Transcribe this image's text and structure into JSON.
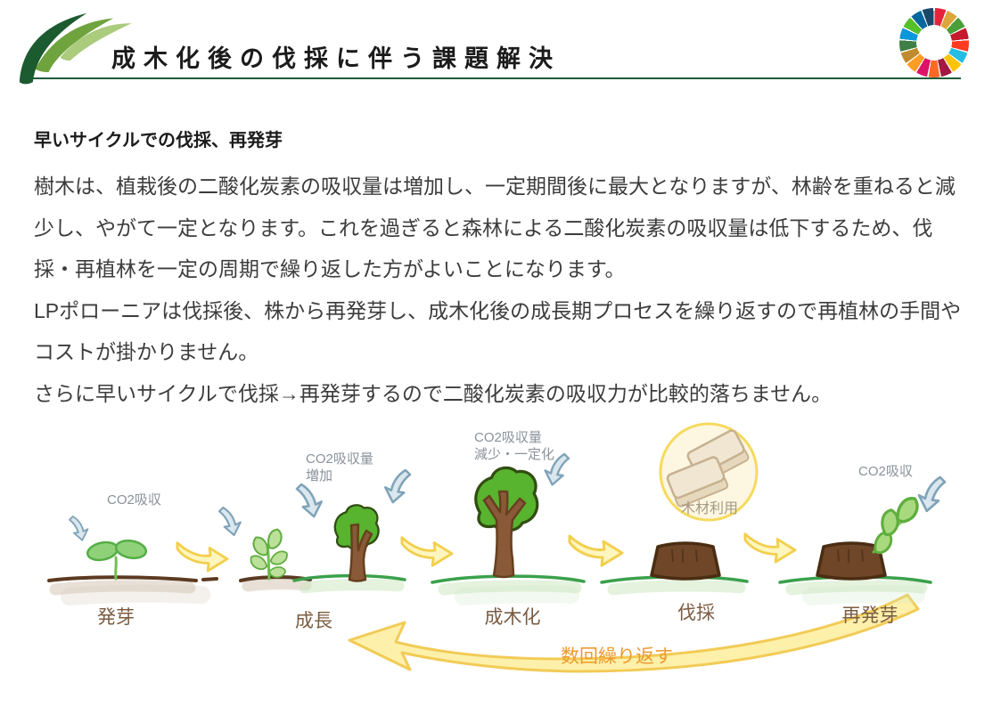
{
  "header": {
    "title": "成木化後の伐採に伴う課題解決",
    "sdg_colors": [
      "#E5243B",
      "#DDA63A",
      "#4C9F38",
      "#C5192D",
      "#FF3A21",
      "#26BDE2",
      "#FCC30B",
      "#A21942",
      "#FD6925",
      "#DD1367",
      "#FD9D24",
      "#BF8B2E",
      "#3F7E44",
      "#0A97D9",
      "#56C02B",
      "#00689D",
      "#19486A"
    ]
  },
  "content": {
    "heading": "早いサイクルでの伐採、再発芽",
    "paragraphs": [
      "樹木は、植栽後の二酸化炭素の吸収量は増加し、一定期間後に最大となりますが、林齢を重ねると減少し、やがて一定となります。これを過ぎると森林による二酸化炭素の吸収量は低下するため、伐採・再植林を一定の周期で繰り返した方がよいことになります。",
      "LPポローニアは伐採後、株から再発芽し、成木化後の成長期プロセスを繰り返すので再植林の手間やコストが掛かりません。",
      "さらに早いサイクルで伐採→再発芽するので二酸化炭素の吸収力が比較的落ちません。"
    ]
  },
  "diagram": {
    "stage_labels": [
      "発芽",
      "成長",
      "成木化",
      "伐採",
      "再発芽"
    ],
    "co2_sprout": "CO2吸収",
    "co2_growth_1": "CO2吸収量",
    "co2_growth_2": "増加",
    "co2_mature_1": "CO2吸収量",
    "co2_mature_2": "減少・一定化",
    "wood_use_label": "木材利用",
    "co2_regrowth": "CO2吸収",
    "loop_label": "数回繰り返す"
  },
  "colors": {
    "header_line": "#1E5C38",
    "logo_dark_green": "#1C5A30",
    "logo_mid_green": "#6FA33E",
    "logo_light_green": "#ABCB7D",
    "arrow_blue_fill": "#DAE7EE",
    "arrow_blue_stroke": "#7FA3B8",
    "arrow_yellow_fill": "#FEF6BE",
    "arrow_yellow_stroke": "#F2CF4E",
    "tree_green": "#58B32E",
    "tree_outline": "#314E12",
    "trunk_brown": "#8A5A38",
    "stump_brown": "#6F4628",
    "ground_green": "#3BA14C",
    "soil_brown": "#5C3A21",
    "stage_label_brown": "#7B5C42",
    "co2_label_gray": "#8A929B",
    "wood_circle_fill": "#FDF7E1",
    "wood_circle_stroke": "#F6DA5E",
    "loop_band_fill": "#FDF0A6",
    "loop_band_stroke": "#F2C94E",
    "loop_orange": "#EE9A2E"
  }
}
